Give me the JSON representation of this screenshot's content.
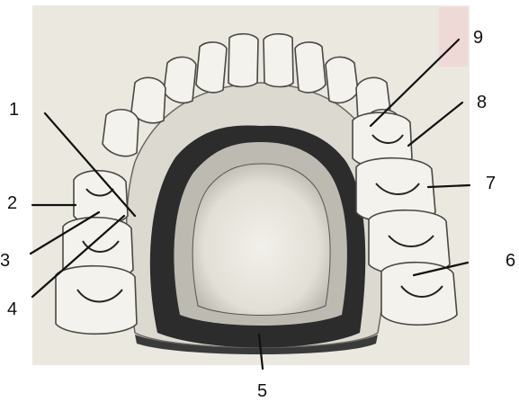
{
  "diagram": {
    "callouts": [
      "1",
      "2",
      "3",
      "4",
      "5",
      "6",
      "7",
      "8",
      "9"
    ]
  },
  "colors": {
    "paper": "#ebe8e0",
    "ink": "#111111",
    "shadow": "#2c2c2c",
    "tooth": "#f4f2ec"
  }
}
